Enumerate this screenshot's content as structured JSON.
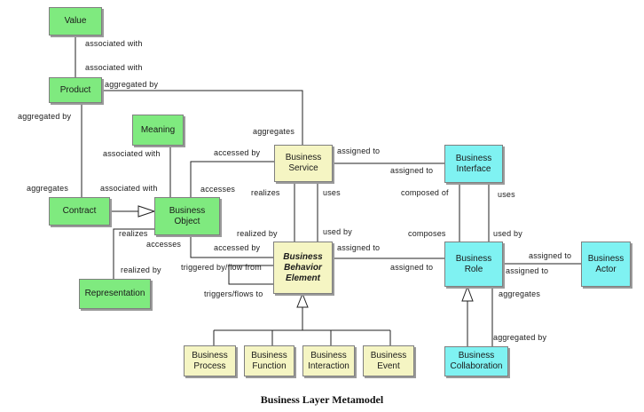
{
  "title": "Business Layer Metamodel",
  "nodes": {
    "value": "Value",
    "product": "Product",
    "meaning": "Meaning",
    "contract": "Contract",
    "business_object": "Business\nObject",
    "representation": "Representation",
    "business_service": "Business\nService",
    "business_behavior_element": "Business\nBehavior\nElement",
    "business_interface": "Business\nInterface",
    "business_role": "Business\nRole",
    "business_actor": "Business\nActor",
    "business_collaboration": "Business\nCollaboration",
    "business_process": "Business\nProcess",
    "business_function": "Business\nFunction",
    "business_interaction": "Business\nInteraction",
    "business_event": "Business\nEvent"
  },
  "labels": {
    "value_product_1": "associated with",
    "value_product_2": "associated with",
    "product_service": "aggregated by",
    "product_contract": "aggregated by",
    "service_product": "aggregates",
    "meaning_object": "associated with",
    "contract_product": "aggregates",
    "object_meaning": "associated with",
    "object_service": "accessed by",
    "service_object": "accesses",
    "service_behavior_1": "realizes",
    "service_behavior_2": "uses",
    "behavior_service_1": "realized by",
    "behavior_service_2": "used by",
    "service_interface": "assigned to",
    "interface_service": "assigned to",
    "interface_role_1": "composed of",
    "interface_role_2": "uses",
    "role_interface_1": "composes",
    "role_interface_2": "used by",
    "representation_object_1": "realizes",
    "object_representation": "realized by",
    "object_behavior": "accesses",
    "behavior_object": "accessed by",
    "behavior_role": "assigned to",
    "role_behavior": "assigned to",
    "triggered_by": "triggered by/flow from",
    "triggers": "triggers/flows to",
    "role_actor": "assigned to",
    "actor_role": "assigned to",
    "role_collaboration": "aggregates",
    "collaboration_role": "aggregated by"
  },
  "colors": {
    "passive": "#7fea7f",
    "behavior": "#f5f5c3",
    "active": "#7ff2f2"
  }
}
